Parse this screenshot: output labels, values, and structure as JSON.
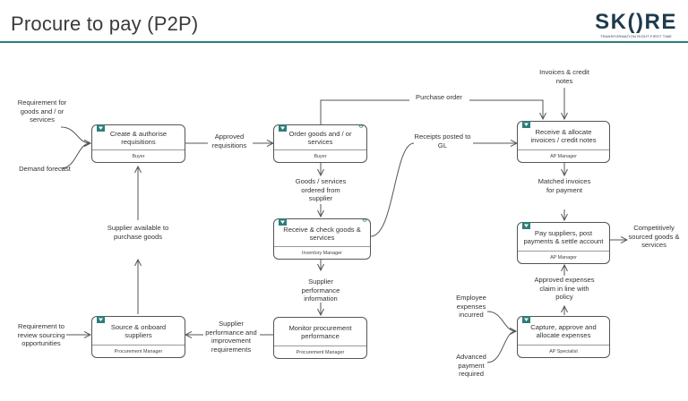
{
  "page": {
    "title": "Procure to pay (P2P)"
  },
  "logo": {
    "word": "SK()RE",
    "tagline": "TRANSFORMATION RIGHT FIRST TIME"
  },
  "nodes": {
    "create": {
      "label": "Create & authorise requisitions",
      "role": "Buyer"
    },
    "order": {
      "label": "Order goods and / or services",
      "role": "Buyer"
    },
    "receive_invoices": {
      "label": "Receive & allocate invoices / credit notes",
      "role": "AP Manager"
    },
    "receive_check": {
      "label": "Receive & check goods & services",
      "role": "Inventory Manager"
    },
    "pay": {
      "label": "Pay suppliers, post payments & settle account",
      "role": "AP Manager"
    },
    "source": {
      "label": "Source & onboard suppliers",
      "role": "Procurement Manager"
    },
    "monitor": {
      "label": "Monitor procurement performance",
      "role": "Procurement Manager"
    },
    "capture": {
      "label": "Capture, approve and allocate expenses",
      "role": "AP Specialist"
    }
  },
  "labels": {
    "requirement": "Requirement for goods and / or services",
    "demand": "Demand forecast",
    "approved_req": "Approved requisitions",
    "purchase_order": "Purchase order",
    "invoices_credit": "Invoices & credit notes",
    "receipts": "Receipts posted to GL",
    "goods_ordered": "Goods / services ordered from supplier",
    "matched": "Matched invoices for payment",
    "supplier_available": "Supplier available to purchase goods",
    "competitively": "Competitively sourced goods & services",
    "supplier_perf": "Supplier performance information",
    "approved_exp": "Approved expenses claim in line with policy",
    "req_review": "Requirement to review sourcing opportunities",
    "supplier_improve": "Supplier performance and improvement requirements",
    "employee_exp": "Employee expenses incurred",
    "advanced_payment": "Advanced payment required"
  },
  "colors": {
    "accent": "#2e7d79",
    "line": "#555555",
    "text": "#333333"
  },
  "icons": {
    "task_flag": "task-flag-icon",
    "attachment": "paperclip-icon"
  }
}
